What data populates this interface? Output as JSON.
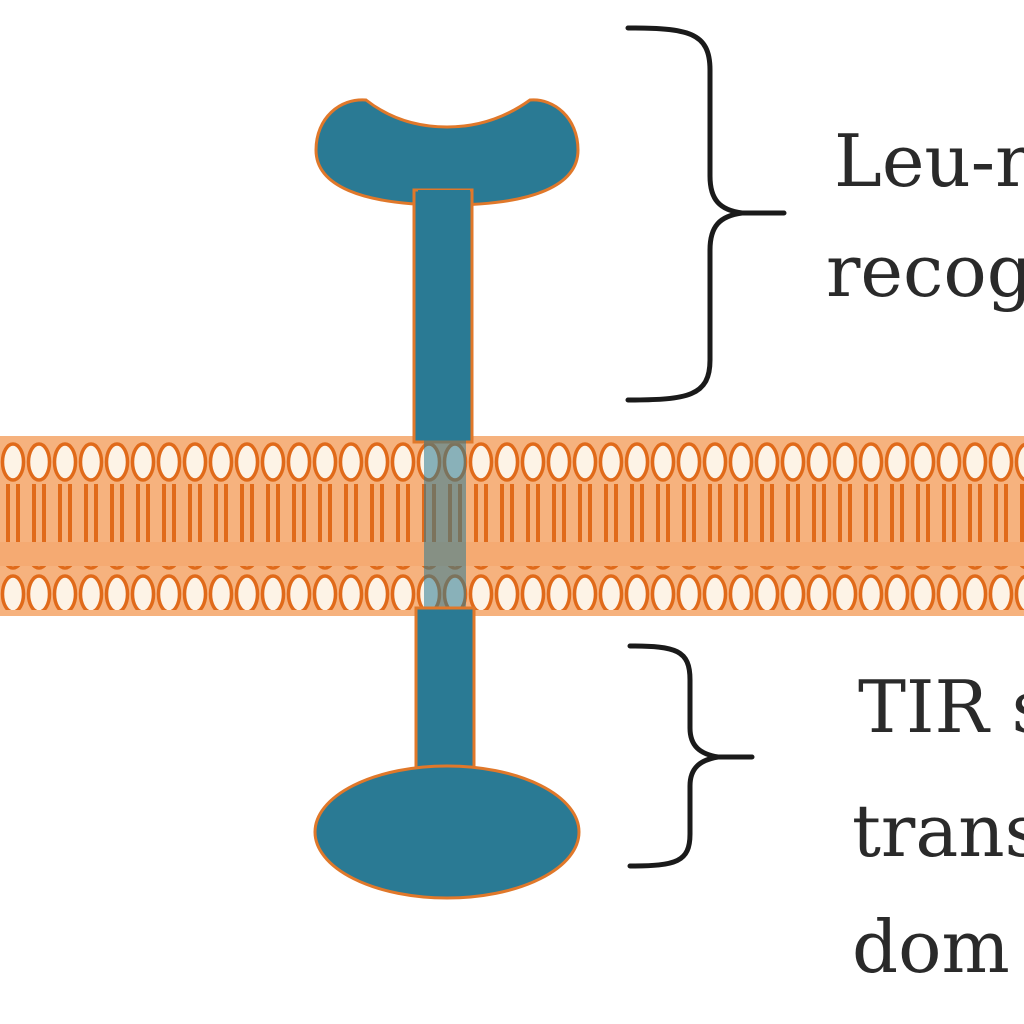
{
  "labels": {
    "upper_line1": "Leu-r",
    "upper_line2": "recog",
    "lower_line1": "TIR s",
    "lower_line2": "trans",
    "lower_line3": "dom"
  },
  "colors": {
    "receptor_fill": "#2a7a94",
    "receptor_outline": "#e0782a",
    "membrane": "#e06a1a",
    "membrane_inner": "#fdf3e6",
    "bracket": "#1a1a1a",
    "text": "#2a2a2a"
  }
}
